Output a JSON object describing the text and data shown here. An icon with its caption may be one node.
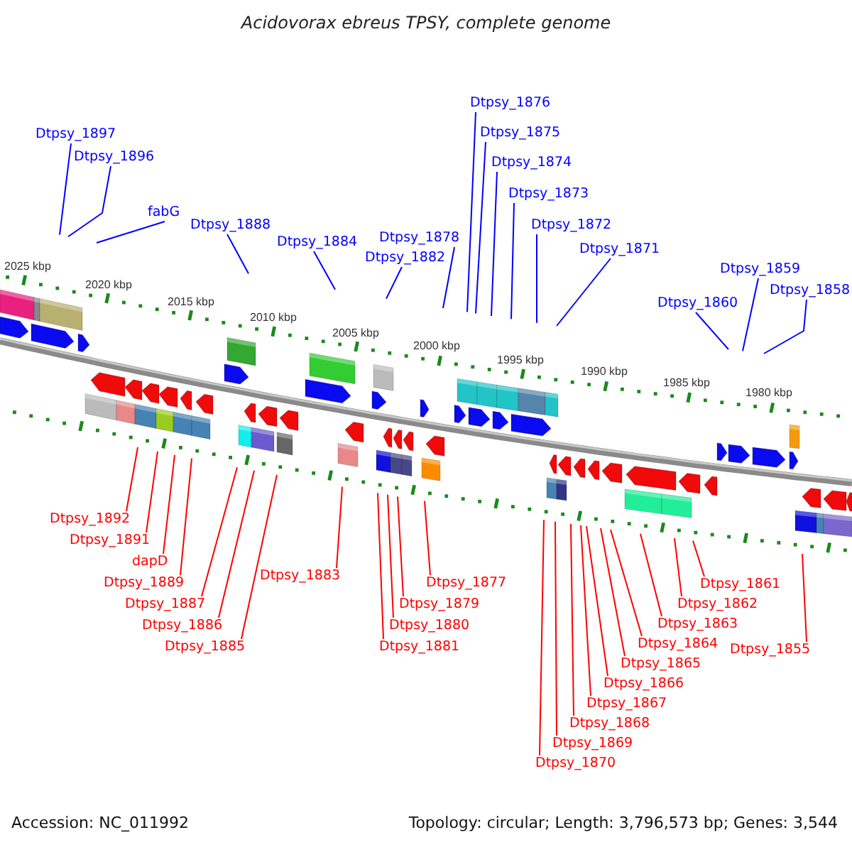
{
  "diagram": {
    "title": "Acidovorax ebreus TPSY, complete genome",
    "nodes": [
      {
        "text": [
          "Dtpsy_1897"
        ]
      },
      {
        "text": [
          "Dtpsy_1896"
        ]
      },
      {
        "text": [
          "fabG"
        ]
      },
      {
        "text": [
          "Dtpsy_1888"
        ]
      },
      {
        "text": [
          "Dtpsy_1884"
        ]
      },
      {
        "text": [
          "Dtpsy_1882"
        ]
      },
      {
        "text": [
          "Dtpsy_1878"
        ]
      },
      {
        "text": [
          "Dtpsy_1876"
        ]
      },
      {
        "text": [
          "Dtpsy_1875"
        ]
      },
      {
        "text": [
          "Dtpsy_1874"
        ]
      },
      {
        "text": [
          "Dtpsy_1873"
        ]
      },
      {
        "text": [
          "Dtpsy_1872"
        ]
      },
      {
        "text": [
          "Dtpsy_1871"
        ]
      },
      {
        "text": [
          "Dtpsy_1860"
        ]
      },
      {
        "text": [
          "Dtpsy_1859"
        ]
      },
      {
        "text": [
          "Dtpsy_1858"
        ]
      },
      {
        "text": [
          "Dtpsy_1892"
        ]
      },
      {
        "text": [
          "Dtpsy_1891"
        ]
      },
      {
        "text": [
          "dapD"
        ]
      },
      {
        "text": [
          "Dtpsy_1889"
        ]
      },
      {
        "text": [
          "Dtpsy_1887"
        ]
      },
      {
        "text": [
          "Dtpsy_1886"
        ]
      },
      {
        "text": [
          "Dtpsy_1885"
        ]
      },
      {
        "text": [
          "Dtpsy_1883"
        ]
      },
      {
        "text": [
          "Dtpsy_1881"
        ]
      },
      {
        "text": [
          "Dtpsy_1880"
        ]
      },
      {
        "text": [
          "Dtpsy_1879"
        ]
      },
      {
        "text": [
          "Dtpsy_1877"
        ]
      },
      {
        "text": [
          "Dtpsy_1870"
        ]
      },
      {
        "text": [
          "Dtpsy_1869"
        ]
      },
      {
        "text": [
          "Dtpsy_1868"
        ]
      },
      {
        "text": [
          "Dtpsy_1867"
        ]
      },
      {
        "text": [
          "Dtpsy_1866"
        ]
      },
      {
        "text": [
          "Dtpsy_1865"
        ]
      },
      {
        "text": [
          "Dtpsy_1864"
        ]
      },
      {
        "text": [
          "Dtpsy_1863"
        ]
      },
      {
        "text": [
          "Dtpsy_1862"
        ]
      },
      {
        "text": [
          "Dtpsy_1861"
        ]
      },
      {
        "text": [
          "Dtpsy_1855"
        ]
      }
    ],
    "edges": [
      {
        "from": 0,
        "to": null,
        "arrow": "none",
        "color": "#0000ff"
      },
      {
        "from": 1,
        "to": null,
        "arrow": "none",
        "color": "#0000ff"
      },
      {
        "from": 2,
        "to": null,
        "arrow": "none",
        "color": "#0000ff"
      },
      {
        "from": 3,
        "to": null,
        "arrow": "none",
        "color": "#0000ff"
      },
      {
        "from": 4,
        "to": null,
        "arrow": "none",
        "color": "#0000ff"
      },
      {
        "from": 5,
        "to": null,
        "arrow": "none",
        "color": "#0000ff"
      },
      {
        "from": 6,
        "to": null,
        "arrow": "none",
        "color": "#0000ff"
      },
      {
        "from": 7,
        "to": null,
        "arrow": "none",
        "color": "#0000ff"
      },
      {
        "from": 8,
        "to": null,
        "arrow": "none",
        "color": "#0000ff"
      },
      {
        "from": 9,
        "to": null,
        "arrow": "none",
        "color": "#0000ff"
      },
      {
        "from": 10,
        "to": null,
        "arrow": "none",
        "color": "#0000ff"
      },
      {
        "from": 11,
        "to": null,
        "arrow": "none",
        "color": "#0000ff"
      },
      {
        "from": 12,
        "to": null,
        "arrow": "none",
        "color": "#0000ff"
      },
      {
        "from": 13,
        "to": null,
        "arrow": "none",
        "color": "#0000ff"
      },
      {
        "from": 14,
        "to": null,
        "arrow": "none",
        "color": "#0000ff"
      },
      {
        "from": 15,
        "to": null,
        "arrow": "none",
        "color": "#0000ff"
      },
      {
        "from": 16,
        "to": null,
        "arrow": "none"
      },
      {
        "from": 17,
        "to": null,
        "arrow": "none"
      },
      {
        "from": 18,
        "to": null,
        "arrow": "none"
      },
      {
        "from": 19,
        "to": null,
        "arrow": "none"
      },
      {
        "from": 20,
        "to": null,
        "arrow": "none"
      },
      {
        "from": 21,
        "to": null,
        "arrow": "none"
      },
      {
        "from": 22,
        "to": null,
        "arrow": "none"
      },
      {
        "from": 23,
        "to": null,
        "arrow": "none"
      },
      {
        "from": 24,
        "to": null,
        "arrow": "none"
      },
      {
        "from": 25,
        "to": null,
        "arrow": "none"
      },
      {
        "from": 26,
        "to": null,
        "arrow": "none"
      },
      {
        "from": 27,
        "to": null,
        "arrow": "none"
      },
      {
        "from": 28,
        "to": null,
        "arrow": "none"
      },
      {
        "from": 29,
        "to": null,
        "arrow": "none"
      },
      {
        "from": 30,
        "to": null,
        "arrow": "none"
      },
      {
        "from": 31,
        "to": null,
        "arrow": "none"
      },
      {
        "from": 32,
        "to": null,
        "arrow": "none"
      },
      {
        "from": 33,
        "to": null,
        "arrow": "none"
      },
      {
        "from": 34,
        "to": null,
        "arrow": "none"
      },
      {
        "from": 35,
        "to": null,
        "arrow": "none"
      },
      {
        "from": 36,
        "to": null,
        "arrow": "none"
      },
      {
        "from": 37,
        "to": null,
        "arrow": "none"
      },
      {
        "from": 38,
        "to": null,
        "arrow": "none"
      }
    ],
    "labels": [
      "2025 kbp",
      "2020 kbp",
      "2015 kbp",
      "2010 kbp",
      "2005 kbp",
      "2000 kbp",
      "1995 kbp",
      "1990 kbp",
      "1985 kbp",
      "1980 kbp",
      "Accession: NC_011992",
      "Topology: circular; Length: 3,796,573 bp; Genes: 3,544"
    ]
  }
}
